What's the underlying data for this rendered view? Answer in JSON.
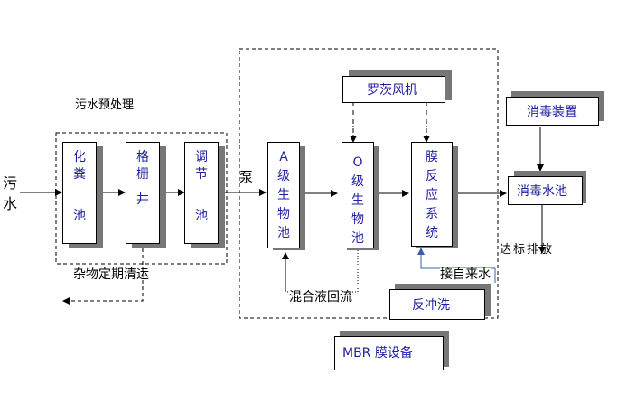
{
  "inflow": {
    "chars": [
      "污",
      "水"
    ]
  },
  "pretreatment": {
    "label": "污水预处理",
    "units": [
      {
        "name": "化粪池",
        "chars": [
          "化",
          "粪",
          "",
          "池"
        ]
      },
      {
        "name": "格栅井",
        "chars": [
          "格",
          "栅",
          "",
          "井"
        ]
      },
      {
        "name": "调节池",
        "chars": [
          "调",
          "节",
          "",
          "池"
        ]
      }
    ],
    "note": "杂物定期清运"
  },
  "pump_label": "泵",
  "mbr": {
    "label": "MBR 膜设备",
    "a_tank": {
      "chars": [
        "A",
        "级",
        "生",
        "物",
        "池"
      ]
    },
    "o_tank": {
      "chars": [
        "O",
        "级",
        "生",
        "物",
        "池"
      ]
    },
    "membrane": {
      "chars": [
        "膜",
        "反",
        "应",
        "系",
        "统"
      ]
    },
    "blower": "罗茨风机",
    "recycle": "混合液回流",
    "backwash": "反冲洗",
    "tap_water": "接自来水"
  },
  "disinfection": {
    "device": "消毒装置",
    "tank": "消毒水池",
    "discharge": "达标排放"
  },
  "colors": {
    "box_text": "#1f1fa0",
    "shadow": "#777777",
    "line": "#000000"
  }
}
